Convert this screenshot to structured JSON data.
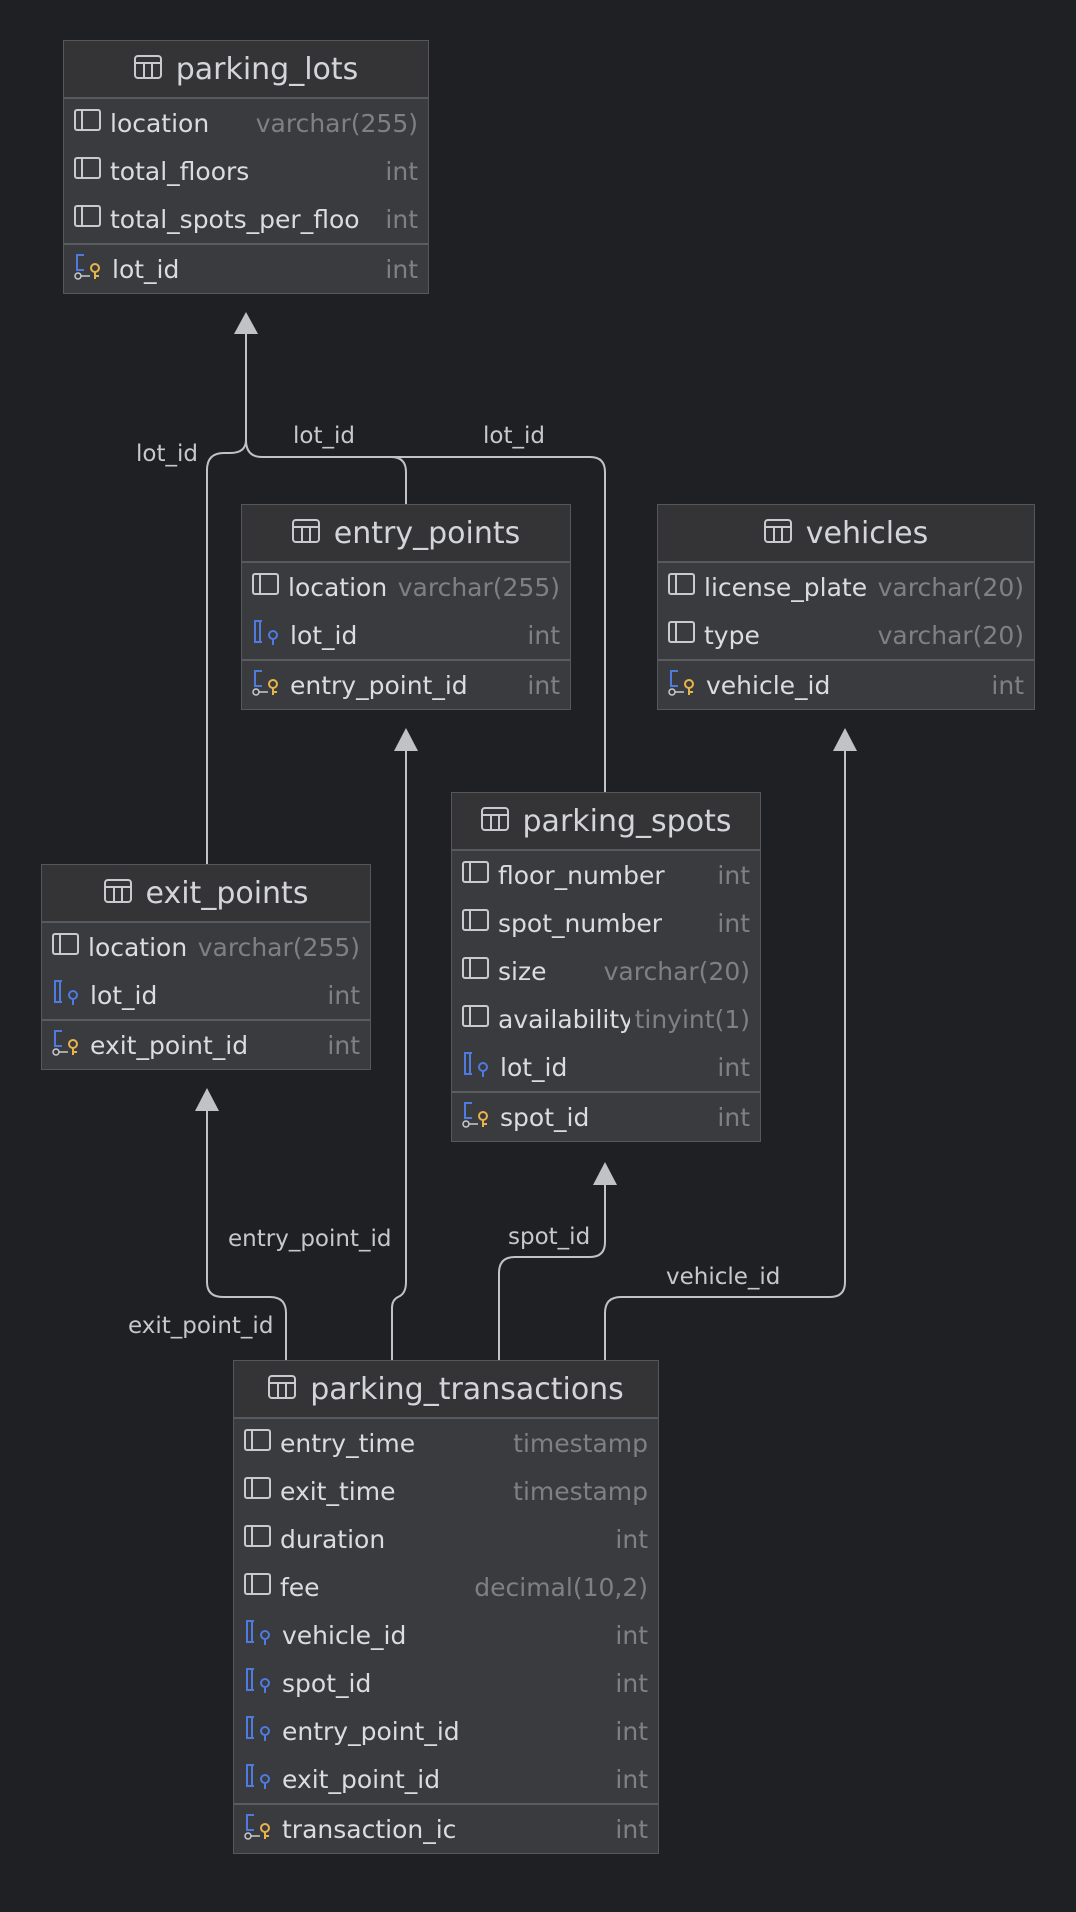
{
  "tables": {
    "parking_lots": {
      "name": "parking_lots",
      "columns": [
        {
          "name": "location",
          "type": "varchar(255)"
        },
        {
          "name": "total_floors",
          "type": "int"
        },
        {
          "name": "total_spots_per_floo",
          "type": "int"
        }
      ],
      "pk": {
        "name": "lot_id",
        "type": "int"
      }
    },
    "entry_points": {
      "name": "entry_points",
      "columns": [
        {
          "name": "location",
          "type": "varchar(255)"
        },
        {
          "name": "lot_id",
          "type": "int"
        }
      ],
      "pk": {
        "name": "entry_point_id",
        "type": "int"
      }
    },
    "vehicles": {
      "name": "vehicles",
      "columns": [
        {
          "name": "license_plate",
          "type": "varchar(20)"
        },
        {
          "name": "type",
          "type": "varchar(20)"
        }
      ],
      "pk": {
        "name": "vehicle_id",
        "type": "int"
      }
    },
    "parking_spots": {
      "name": "parking_spots",
      "columns": [
        {
          "name": "floor_number",
          "type": "int"
        },
        {
          "name": "spot_number",
          "type": "int"
        },
        {
          "name": "size",
          "type": "varchar(20)"
        },
        {
          "name": "availability",
          "type": "tinyint(1)"
        },
        {
          "name": "lot_id",
          "type": "int"
        }
      ],
      "pk": {
        "name": "spot_id",
        "type": "int"
      }
    },
    "exit_points": {
      "name": "exit_points",
      "columns": [
        {
          "name": "location",
          "type": "varchar(255)"
        },
        {
          "name": "lot_id",
          "type": "int"
        }
      ],
      "pk": {
        "name": "exit_point_id",
        "type": "int"
      }
    },
    "parking_transactions": {
      "name": "parking_transactions",
      "columns": [
        {
          "name": "entry_time",
          "type": "timestamp"
        },
        {
          "name": "exit_time",
          "type": "timestamp"
        },
        {
          "name": "duration",
          "type": "int"
        },
        {
          "name": "fee",
          "type": "decimal(10,2)"
        },
        {
          "name": "vehicle_id",
          "type": "int"
        },
        {
          "name": "spot_id",
          "type": "int"
        },
        {
          "name": "entry_point_id",
          "type": "int"
        },
        {
          "name": "exit_point_id",
          "type": "int"
        }
      ],
      "pk": {
        "name": "transaction_ic",
        "type": "int"
      }
    }
  },
  "relations": [
    {
      "from": "exit_points",
      "to": "parking_lots",
      "label": "lot_id"
    },
    {
      "from": "entry_points",
      "to": "parking_lots",
      "label": "lot_id"
    },
    {
      "from": "parking_spots",
      "to": "parking_lots",
      "label": "lot_id"
    },
    {
      "from": "parking_transactions",
      "to": "exit_points",
      "label": "exit_point_id"
    },
    {
      "from": "parking_transactions",
      "to": "entry_points",
      "label": "entry_point_id"
    },
    {
      "from": "parking_transactions",
      "to": "parking_spots",
      "label": "spot_id"
    },
    {
      "from": "parking_transactions",
      "to": "vehicles",
      "label": "vehicle_id"
    }
  ],
  "colors": {
    "background": "#1f2023",
    "table_body": "#393b3e",
    "table_header": "#343436",
    "edge": "#c0c2c6",
    "fk_icon": "#4f7ae0",
    "pk_key": "#e9b34b"
  }
}
